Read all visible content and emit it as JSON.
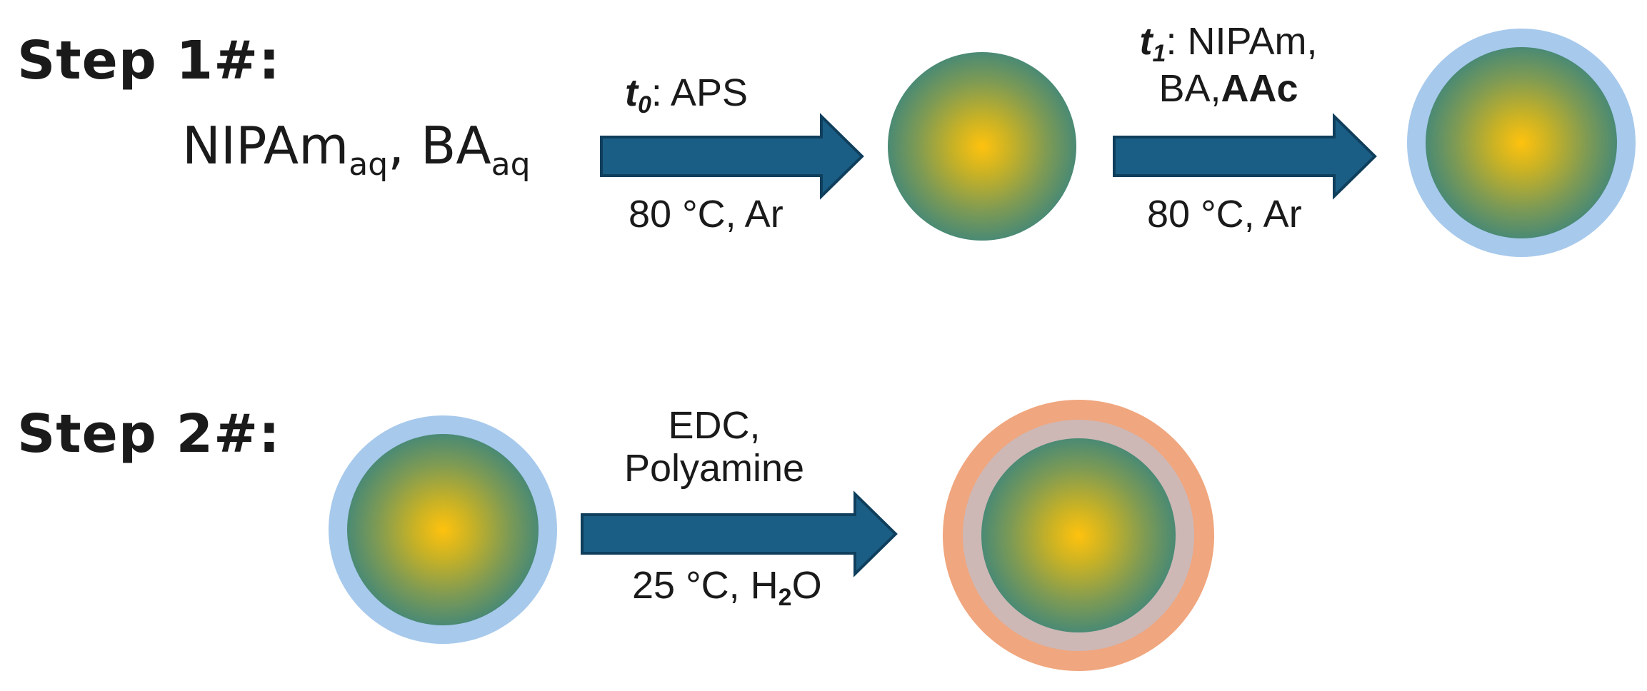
{
  "colors": {
    "arrow_fill": "#1b5e85",
    "arrow_stroke": "#0f3f5c",
    "core_center": "#ffc20e",
    "core_edge": "#4a8a74",
    "shell_blue": "#a7c9ec",
    "shell_mauve": "#cdb8b6",
    "shell_orange": "#f0a67e"
  },
  "step1": {
    "label": "Step 1#:",
    "reagents": {
      "nipam": "NIPAm",
      "nipam_sub": "aq",
      "sep": ", ",
      "ba": "BA",
      "ba_sub": "aq"
    },
    "arrow1": {
      "above_t": "t",
      "above_sub": "0",
      "above_text": ": APS",
      "below": "80 °C, Ar"
    },
    "arrow2": {
      "above_t": "t",
      "above_sub": "1",
      "above_text": ": NIPAm,",
      "above_line2_plain": "BA,",
      "above_line2_bold": "AAc",
      "below": "80 °C, Ar"
    }
  },
  "step2": {
    "label": "Step 2#:",
    "arrow": {
      "above_line1": "EDC,",
      "above_line2": "Polyamine",
      "below_pre": "25 °C, H",
      "below_sub": "2",
      "below_post": "O"
    }
  },
  "icons": {
    "core": "core-particle-icon",
    "core_shell": "core-shell-particle-icon",
    "core_double_shell": "core-double-shell-particle-icon",
    "arrow": "right-arrow-icon"
  }
}
